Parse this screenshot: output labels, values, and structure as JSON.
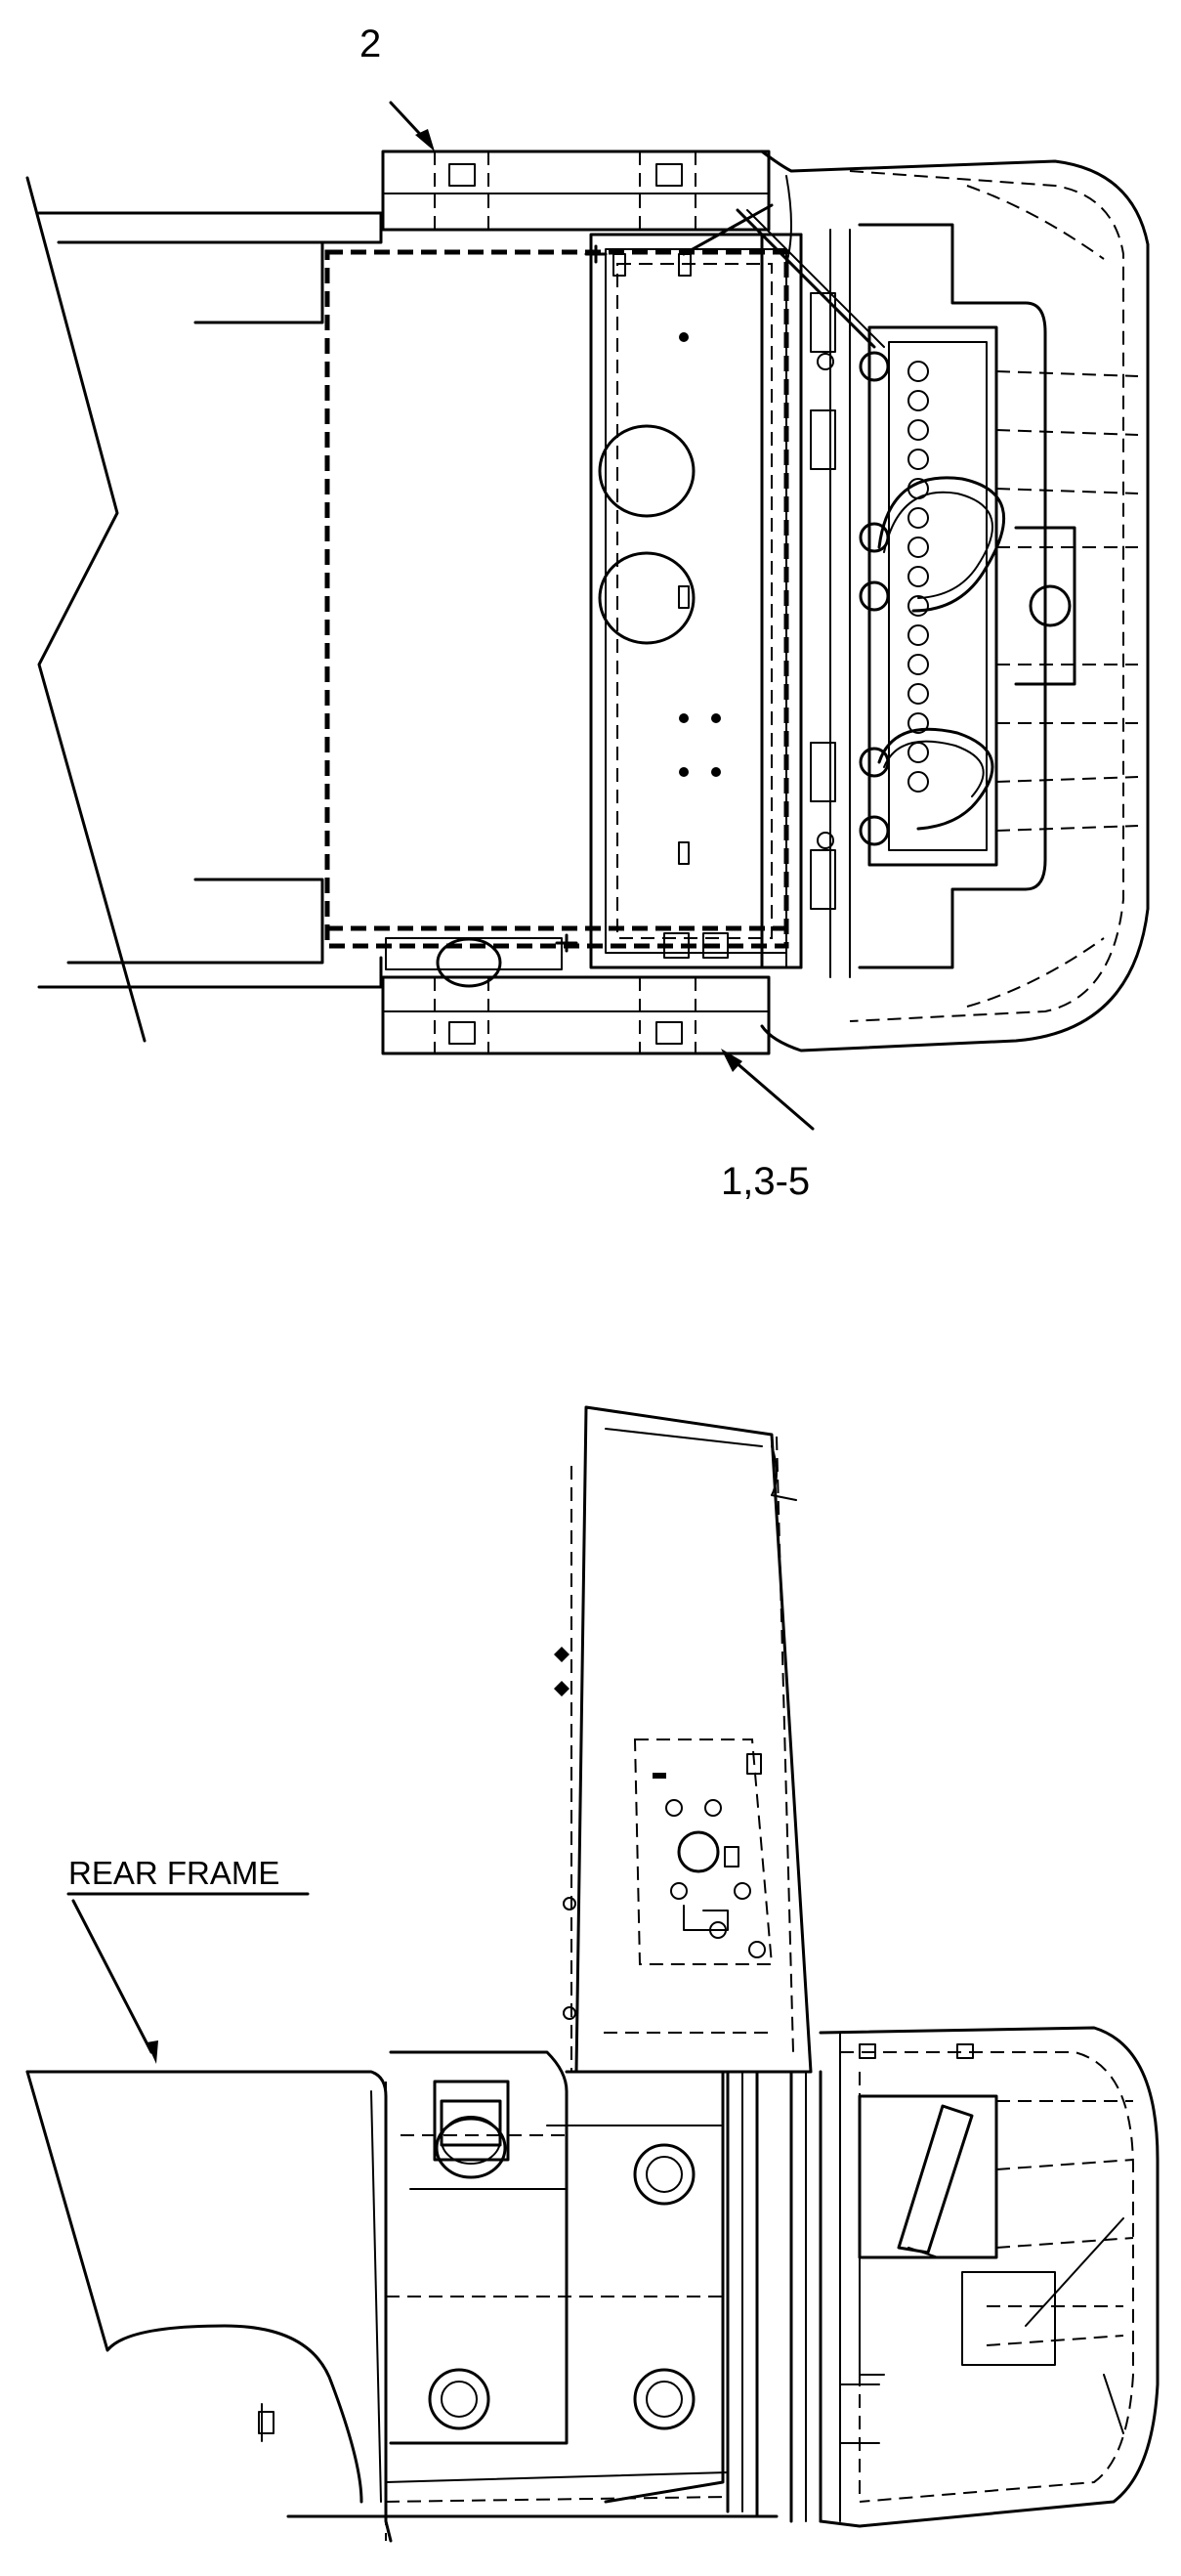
{
  "callouts": {
    "top_part_ref": "2",
    "bottom_part_ref": "1,3-5",
    "frame_label": "REAR FRAME"
  }
}
